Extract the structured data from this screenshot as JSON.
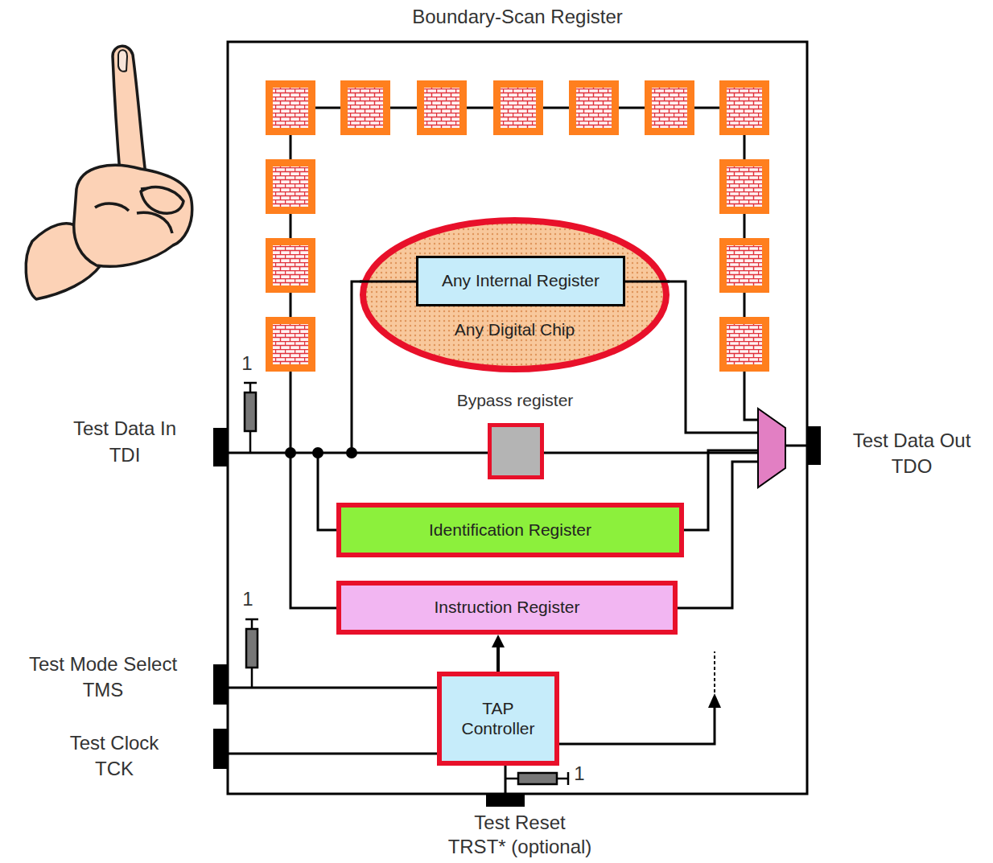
{
  "diagram": {
    "nodes": [
      {
        "text": [
          "Boundary-Scan Register"
        ]
      },
      {
        "text": [
          "Any Digital Chip"
        ],
        "in": 0
      },
      {
        "text": [
          "Any Internal Register"
        ],
        "in": 1
      },
      {
        "text": [
          "Bypass register"
        ],
        "in": 0
      },
      {
        "text": [
          "Identification Register"
        ],
        "in": 0
      },
      {
        "text": [
          "Instruction Register"
        ],
        "in": 0
      },
      {
        "text": [
          "TAP Controller"
        ],
        "in": 0
      }
    ],
    "edges": [
      {
        "from": 6,
        "to": 5,
        "arrow": "to"
      }
    ],
    "labels": [
      "1",
      "Test Data In",
      "TDI",
      "Test Data Out",
      "TDO",
      "1",
      "Test Mode Select",
      "TMS",
      "Test Clock",
      "TCK",
      "1",
      "Test Reset",
      "TRST* (optional)"
    ]
  }
}
